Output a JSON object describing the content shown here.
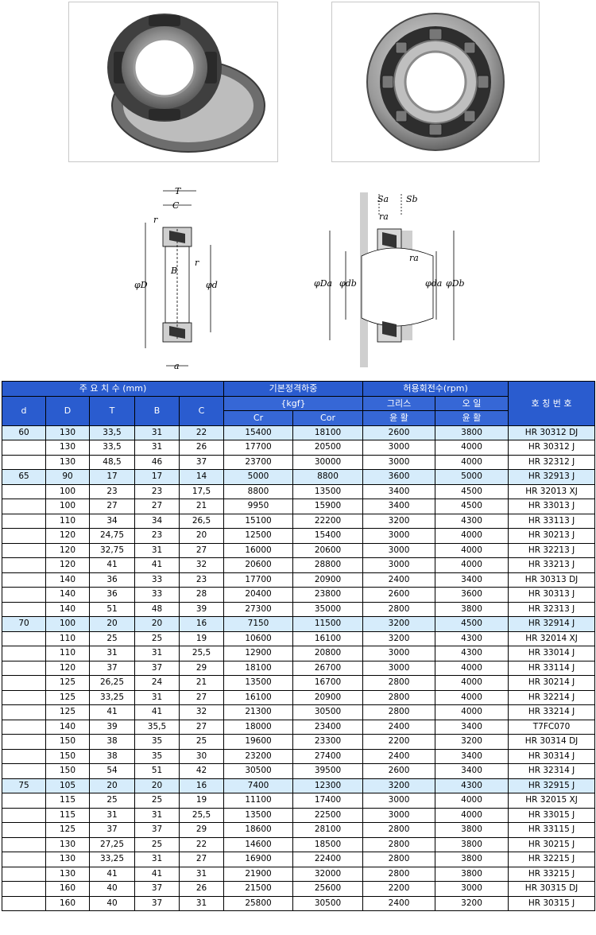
{
  "diagram_labels": {
    "left": {
      "T": "T",
      "C": "C",
      "r1": "r",
      "r2": "r",
      "B": "B",
      "D": "φD",
      "d": "φd",
      "a": "a"
    },
    "right": {
      "Sa": "Sa",
      "Sb": "Sb",
      "ra1": "ra",
      "ra2": "ra",
      "Da": "φDa",
      "db": "φdb",
      "da": "φda",
      "Db": "φDb"
    }
  },
  "table": {
    "group_headers": {
      "main_dims": "주 요 치 수 (mm)",
      "load_rating": "기본정격하중",
      "load_unit": "{kgf}",
      "speed": "허용회전수(rpm)",
      "part_no": "호 칭 번 호"
    },
    "col_headers": {
      "d": "d",
      "D": "D",
      "T": "T",
      "B": "B",
      "C": "C",
      "Cr": "Cr",
      "Cor": "Cor",
      "grease_1": "그리스",
      "grease_2": "윤 활",
      "oil_1": "오 일",
      "oil_2": "윤 활"
    },
    "rows": [
      [
        "60",
        "130",
        "33,5",
        "31",
        "22",
        "15400",
        "18100",
        "2600",
        "3800",
        "HR 30312 DJ"
      ],
      [
        "",
        "130",
        "33,5",
        "31",
        "26",
        "17700",
        "20500",
        "3000",
        "4000",
        "HR 30312 J"
      ],
      [
        "",
        "130",
        "48,5",
        "46",
        "37",
        "23700",
        "30000",
        "3000",
        "4000",
        "HR 32312 J"
      ],
      [
        "65",
        "90",
        "17",
        "17",
        "14",
        "5000",
        "8800",
        "3600",
        "5000",
        "HR 32913 J"
      ],
      [
        "",
        "100",
        "23",
        "23",
        "17,5",
        "8800",
        "13500",
        "3400",
        "4500",
        "HR 32013 XJ"
      ],
      [
        "",
        "100",
        "27",
        "27",
        "21",
        "9950",
        "15900",
        "3400",
        "4500",
        "HR 33013 J"
      ],
      [
        "",
        "110",
        "34",
        "34",
        "26,5",
        "15100",
        "22200",
        "3200",
        "4300",
        "HR 33113 J"
      ],
      [
        "",
        "120",
        "24,75",
        "23",
        "20",
        "12500",
        "15400",
        "3000",
        "4000",
        "HR 30213 J"
      ],
      [
        "",
        "120",
        "32,75",
        "31",
        "27",
        "16000",
        "20600",
        "3000",
        "4000",
        "HR 32213 J"
      ],
      [
        "",
        "120",
        "41",
        "41",
        "32",
        "20600",
        "28800",
        "3000",
        "4000",
        "HR 33213 J"
      ],
      [
        "",
        "140",
        "36",
        "33",
        "23",
        "17700",
        "20900",
        "2400",
        "3400",
        "HR 30313 DJ"
      ],
      [
        "",
        "140",
        "36",
        "33",
        "28",
        "20400",
        "23800",
        "2600",
        "3600",
        "HR 30313 J"
      ],
      [
        "",
        "140",
        "51",
        "48",
        "39",
        "27300",
        "35000",
        "2800",
        "3800",
        "HR 32313 J"
      ],
      [
        "70",
        "100",
        "20",
        "20",
        "16",
        "7150",
        "11500",
        "3200",
        "4500",
        "HR 32914 J"
      ],
      [
        "",
        "110",
        "25",
        "25",
        "19",
        "10600",
        "16100",
        "3200",
        "4300",
        "HR 32014 XJ"
      ],
      [
        "",
        "110",
        "31",
        "31",
        "25,5",
        "12900",
        "20800",
        "3000",
        "4300",
        "HR 33014 J"
      ],
      [
        "",
        "120",
        "37",
        "37",
        "29",
        "18100",
        "26700",
        "3000",
        "4000",
        "HR 33114 J"
      ],
      [
        "",
        "125",
        "26,25",
        "24",
        "21",
        "13500",
        "16700",
        "2800",
        "4000",
        "HR 30214 J"
      ],
      [
        "",
        "125",
        "33,25",
        "31",
        "27",
        "16100",
        "20900",
        "2800",
        "4000",
        "HR 32214 J"
      ],
      [
        "",
        "125",
        "41",
        "41",
        "32",
        "21300",
        "30500",
        "2800",
        "4000",
        "HR 33214 J"
      ],
      [
        "",
        "140",
        "39",
        "35,5",
        "27",
        "18000",
        "23400",
        "2400",
        "3400",
        "T7FC070"
      ],
      [
        "",
        "150",
        "38",
        "35",
        "25",
        "19600",
        "23300",
        "2200",
        "3200",
        "HR 30314 DJ"
      ],
      [
        "",
        "150",
        "38",
        "35",
        "30",
        "23200",
        "27400",
        "2400",
        "3400",
        "HR 30314 J"
      ],
      [
        "",
        "150",
        "54",
        "51",
        "42",
        "30500",
        "39500",
        "2600",
        "3400",
        "HR 32314 J"
      ],
      [
        "75",
        "105",
        "20",
        "20",
        "16",
        "7400",
        "12300",
        "3200",
        "4300",
        "HR 32915 J"
      ],
      [
        "",
        "115",
        "25",
        "25",
        "19",
        "11100",
        "17400",
        "3000",
        "4000",
        "HR 32015 XJ"
      ],
      [
        "",
        "115",
        "31",
        "31",
        "25,5",
        "13500",
        "22500",
        "3000",
        "4000",
        "HR 33015 J"
      ],
      [
        "",
        "125",
        "37",
        "37",
        "29",
        "18600",
        "28100",
        "2800",
        "3800",
        "HR 33115 J"
      ],
      [
        "",
        "130",
        "27,25",
        "25",
        "22",
        "14600",
        "18500",
        "2800",
        "3800",
        "HR 30215 J"
      ],
      [
        "",
        "130",
        "33,25",
        "31",
        "27",
        "16900",
        "22400",
        "2800",
        "3800",
        "HR 32215 J"
      ],
      [
        "",
        "130",
        "41",
        "41",
        "31",
        "21900",
        "32000",
        "2800",
        "3800",
        "HR 33215 J"
      ],
      [
        "",
        "160",
        "40",
        "37",
        "26",
        "21500",
        "25600",
        "2200",
        "3000",
        "HR 30315 DJ"
      ],
      [
        "",
        "160",
        "40",
        "37",
        "31",
        "25800",
        "30500",
        "2400",
        "3200",
        "HR 30315 J"
      ]
    ]
  }
}
